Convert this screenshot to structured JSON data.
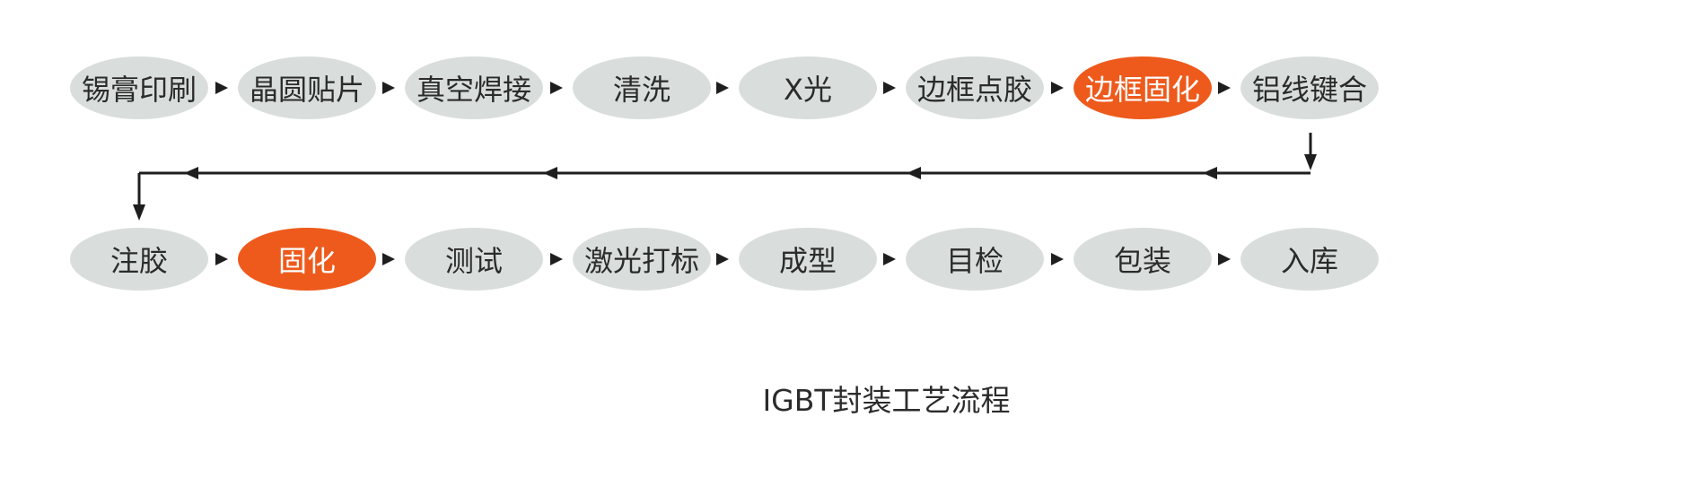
{
  "diagram": {
    "title": "IGBT封装工艺流程",
    "row1": [
      {
        "label": "锡膏印刷",
        "highlight": false
      },
      {
        "label": "晶圆贴片",
        "highlight": false
      },
      {
        "label": "真空焊接",
        "highlight": false
      },
      {
        "label": "清洗",
        "highlight": false
      },
      {
        "label": "X光",
        "highlight": false
      },
      {
        "label": "边框点胶",
        "highlight": false
      },
      {
        "label": "边框固化",
        "highlight": true
      },
      {
        "label": "铝线键合",
        "highlight": false
      }
    ],
    "row2": [
      {
        "label": "注胶",
        "highlight": false
      },
      {
        "label": "固化",
        "highlight": true
      },
      {
        "label": "测试",
        "highlight": false
      },
      {
        "label": "激光打标",
        "highlight": false
      },
      {
        "label": "成型",
        "highlight": false
      },
      {
        "label": "目检",
        "highlight": false
      },
      {
        "label": "包装",
        "highlight": false
      },
      {
        "label": "入库",
        "highlight": false
      }
    ],
    "colors": {
      "node_fill": "#d9dedd",
      "highlight_fill": "#ee5a1c",
      "highlight_text": "#ffffff",
      "text": "#2b2b2b",
      "arrow": "#1e1e1e"
    }
  }
}
